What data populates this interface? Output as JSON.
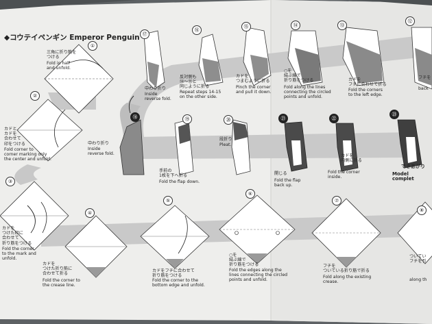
{
  "title": "◆コウテイペンギン Emperor Penguin",
  "colors": {
    "paper": "#efefed",
    "band": "#c9c9c9",
    "model": "#8a8a8a",
    "model_dark": "#4a4a4a",
    "background": "#6b6f72"
  },
  "steps": [
    {
      "n": "①",
      "jp": "三角に折り筋を\nつける",
      "en": "Fold in half\nand unfold."
    },
    {
      "n": "②",
      "jp": "カドと\nカドを\n合わせて\n印をつける",
      "en": "Fold corner to\ncorner marking only\nthe center and unfold."
    },
    {
      "n": "③",
      "jp": "カドを\nつけた印に\n合わせて\n折り筋をつける",
      "en": "Fold the corner\nto the mark and\nunfold."
    },
    {
      "n": "④",
      "jp": "カドを\nつけた折り筋に\n合わせて折る",
      "en": "Fold the corner to\nthe crease line."
    },
    {
      "n": "⑤",
      "jp": "カドをフチに合わせて\n折り筋をつける",
      "en": "Fold the corner to the\nbottom edge and unfold."
    },
    {
      "n": "⑥",
      "jp": "○を\n結ぶ線で\n折り筋をつける",
      "en": "Fold the edges along the\nlines connecting the circled\npoints and unfold."
    },
    {
      "n": "⑦",
      "jp": "フチを\nついている折り筋で折る",
      "en": "Fold along the existing\ncrease."
    },
    {
      "n": "⑧",
      "jp": "ついてい\nフチを引",
      "en": "along th"
    },
    {
      "n": "⑫",
      "jp": "フチを",
      "en": "back"
    },
    {
      "n": "⑬",
      "jp": "カドを\nフチに合わせて折る",
      "en": "Fold the corners\nto the left edge."
    },
    {
      "n": "⑭",
      "jp": "○を\n結ぶ線で\n折り筋をつける",
      "en": "Fold along the lines\nconnecting the circled\npoints and unfold."
    },
    {
      "n": "⑮",
      "jp": "カドを\nつまむように折る",
      "en": "Pinch the corner\nand pull it down."
    },
    {
      "n": "⑯",
      "jp": "反対側も\n⑭〜⑮と\n同じように折る",
      "en": "Repeat steps 14-15\non the other side."
    },
    {
      "n": "⑰",
      "jp": "中わり折り",
      "en": "Inside\nreverse fold."
    },
    {
      "n": "⑱",
      "jp": "中わり折り",
      "en": "Inside\nreverse fold."
    },
    {
      "n": "⑲",
      "jp": "手前の\n1枚を下へ折る",
      "en": "Fold the flap down."
    },
    {
      "n": "⑳",
      "jp": "段折り",
      "en": "Pleat."
    },
    {
      "n": "㉑",
      "jp": "開じる",
      "en": "Fold the flap\nback up."
    },
    {
      "n": "㉒",
      "jp": "カドを\n内側に折る",
      "en": "Fold the corner\ninside."
    },
    {
      "n": "㉓",
      "jp": "できあがり",
      "en": "Model complet"
    }
  ]
}
